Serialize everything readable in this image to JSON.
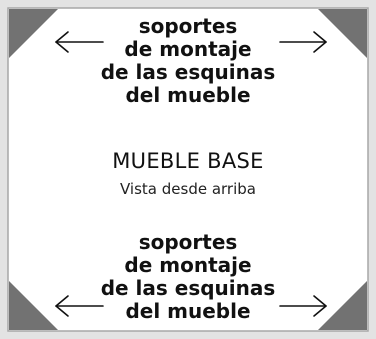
{
  "colors": {
    "outer_background": "#e3e3e3",
    "panel_border": "#a7a7a7",
    "corner_fill": "#727272",
    "text": "#111111",
    "arrow": "#111111"
  },
  "top_label": {
    "lines": [
      "soportes",
      "de montaje",
      "de las esquinas",
      "del mueble"
    ]
  },
  "center": {
    "title": "MUEBLE BASE",
    "subtitle": "Vista desde arriba"
  },
  "bottom_label": {
    "lines": [
      "soportes",
      "de montaje",
      "de las esquinas",
      "del mueble"
    ]
  },
  "arrows": {
    "top_left": "left-arrow",
    "top_right": "right-arrow",
    "bottom_left": "left-arrow",
    "bottom_right": "right-arrow"
  }
}
